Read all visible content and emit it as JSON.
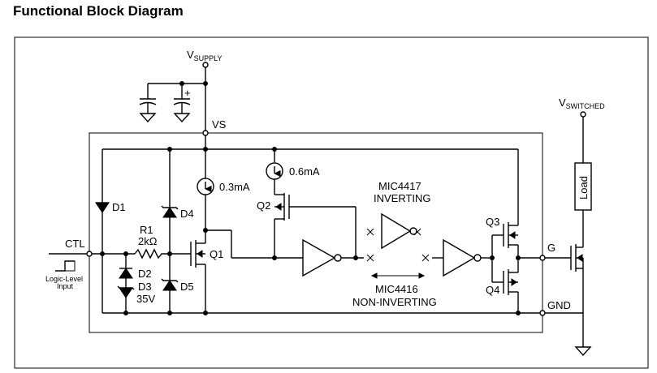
{
  "title": "Functional Block Diagram",
  "labels": {
    "vsupply_main": "V",
    "vsupply_sub": "SUPPLY",
    "vs": "VS",
    "vswitched_main": "V",
    "vswitched_sub": "SWITCHED",
    "load": "Load",
    "current1": "0.3mA",
    "current2": "0.6mA",
    "mic4417_1": "MIC4417",
    "mic4417_2": "INVERTING",
    "mic4416_1": "MIC4416",
    "mic4416_2": "NON-INVERTING",
    "d1": "D1",
    "d2": "D2",
    "d3": "D3",
    "d3_v": "35V",
    "d4": "D4",
    "d5": "D5",
    "r1": "R1",
    "r1_v": "2kΩ",
    "q1": "Q1",
    "q2": "Q2",
    "q3": "Q3",
    "q4": "Q4",
    "ctl": "CTL",
    "logic1": "Logic-Level",
    "logic2": "Input",
    "g": "G",
    "gnd": "GND",
    "cap_plus": "+"
  }
}
